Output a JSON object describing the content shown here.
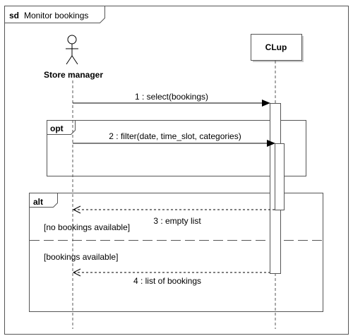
{
  "frame": {
    "keyword": "sd",
    "title": "Monitor bookings"
  },
  "participants": {
    "actor": {
      "label": "Store manager",
      "kind": "actor"
    },
    "system": {
      "label": "CLup",
      "kind": "object"
    }
  },
  "messages": [
    {
      "label": "1 : select(bookings)",
      "kind": "sync",
      "from": "actor",
      "to": "system"
    },
    {
      "label": "2 : filter(date, time_slot, categories)",
      "kind": "sync",
      "from": "actor",
      "to": "system"
    },
    {
      "label": "3 : empty list",
      "kind": "reply",
      "from": "system",
      "to": "actor"
    },
    {
      "label": "4 : list of bookings",
      "kind": "reply",
      "from": "system",
      "to": "actor"
    }
  ],
  "fragments": {
    "opt": {
      "operator": "opt"
    },
    "alt": {
      "operator": "alt",
      "guards": [
        "[no bookings available]",
        "[bookings available]"
      ]
    }
  }
}
